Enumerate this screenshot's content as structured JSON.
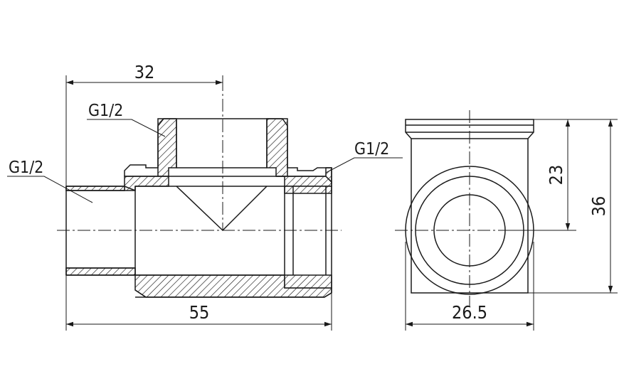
{
  "labels": {
    "thread_top": "G1/2",
    "thread_left": "G1/2",
    "thread_right": "G1/2"
  },
  "dimensions": {
    "top_width": "32",
    "total_length": "55",
    "side_width": "26.5",
    "side_height_inner": "23",
    "side_height_total": "36"
  },
  "colors": {
    "line": "#1a1a1a",
    "hatch": "#1a1a1a",
    "background": "#ffffff"
  }
}
